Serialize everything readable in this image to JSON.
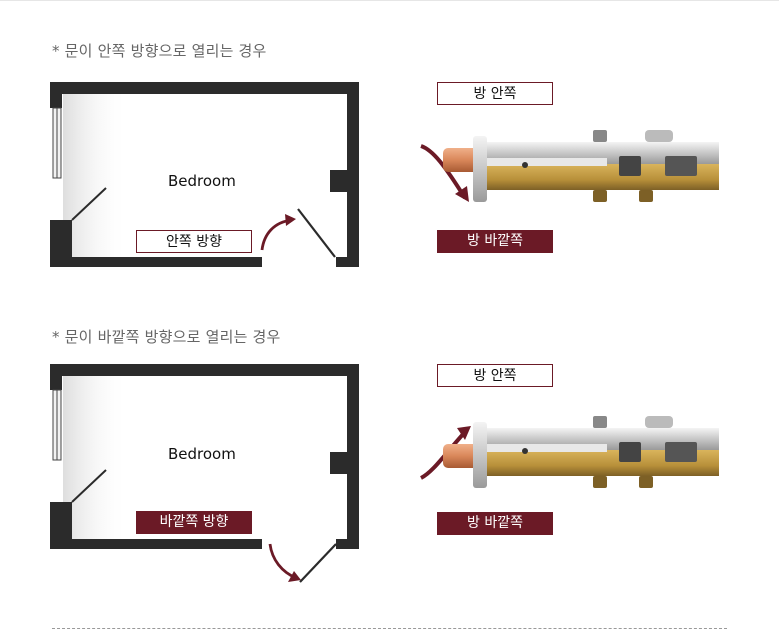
{
  "section1": {
    "title": "* 문이 안쪽 방향으로 열리는 경우",
    "room_label": "Bedroom",
    "direction_label": "안쪽 방향",
    "inside_label": "방 안쪽",
    "outside_label": "방 바깥쪽"
  },
  "section2": {
    "title": "* 문이 바깥쪽 방향으로 열리는 경우",
    "room_label": "Bedroom",
    "direction_label": "바깥쪽 방향",
    "inside_label": "방 안쪽",
    "outside_label": "방 바깥쪽"
  },
  "colors": {
    "accent": "#6b1a26",
    "wall": "#2b2b2b",
    "brass": "#b8903a",
    "copper": "#d9875a"
  },
  "icons": [
    "swing-arrow-icon",
    "door-lock-icon"
  ]
}
